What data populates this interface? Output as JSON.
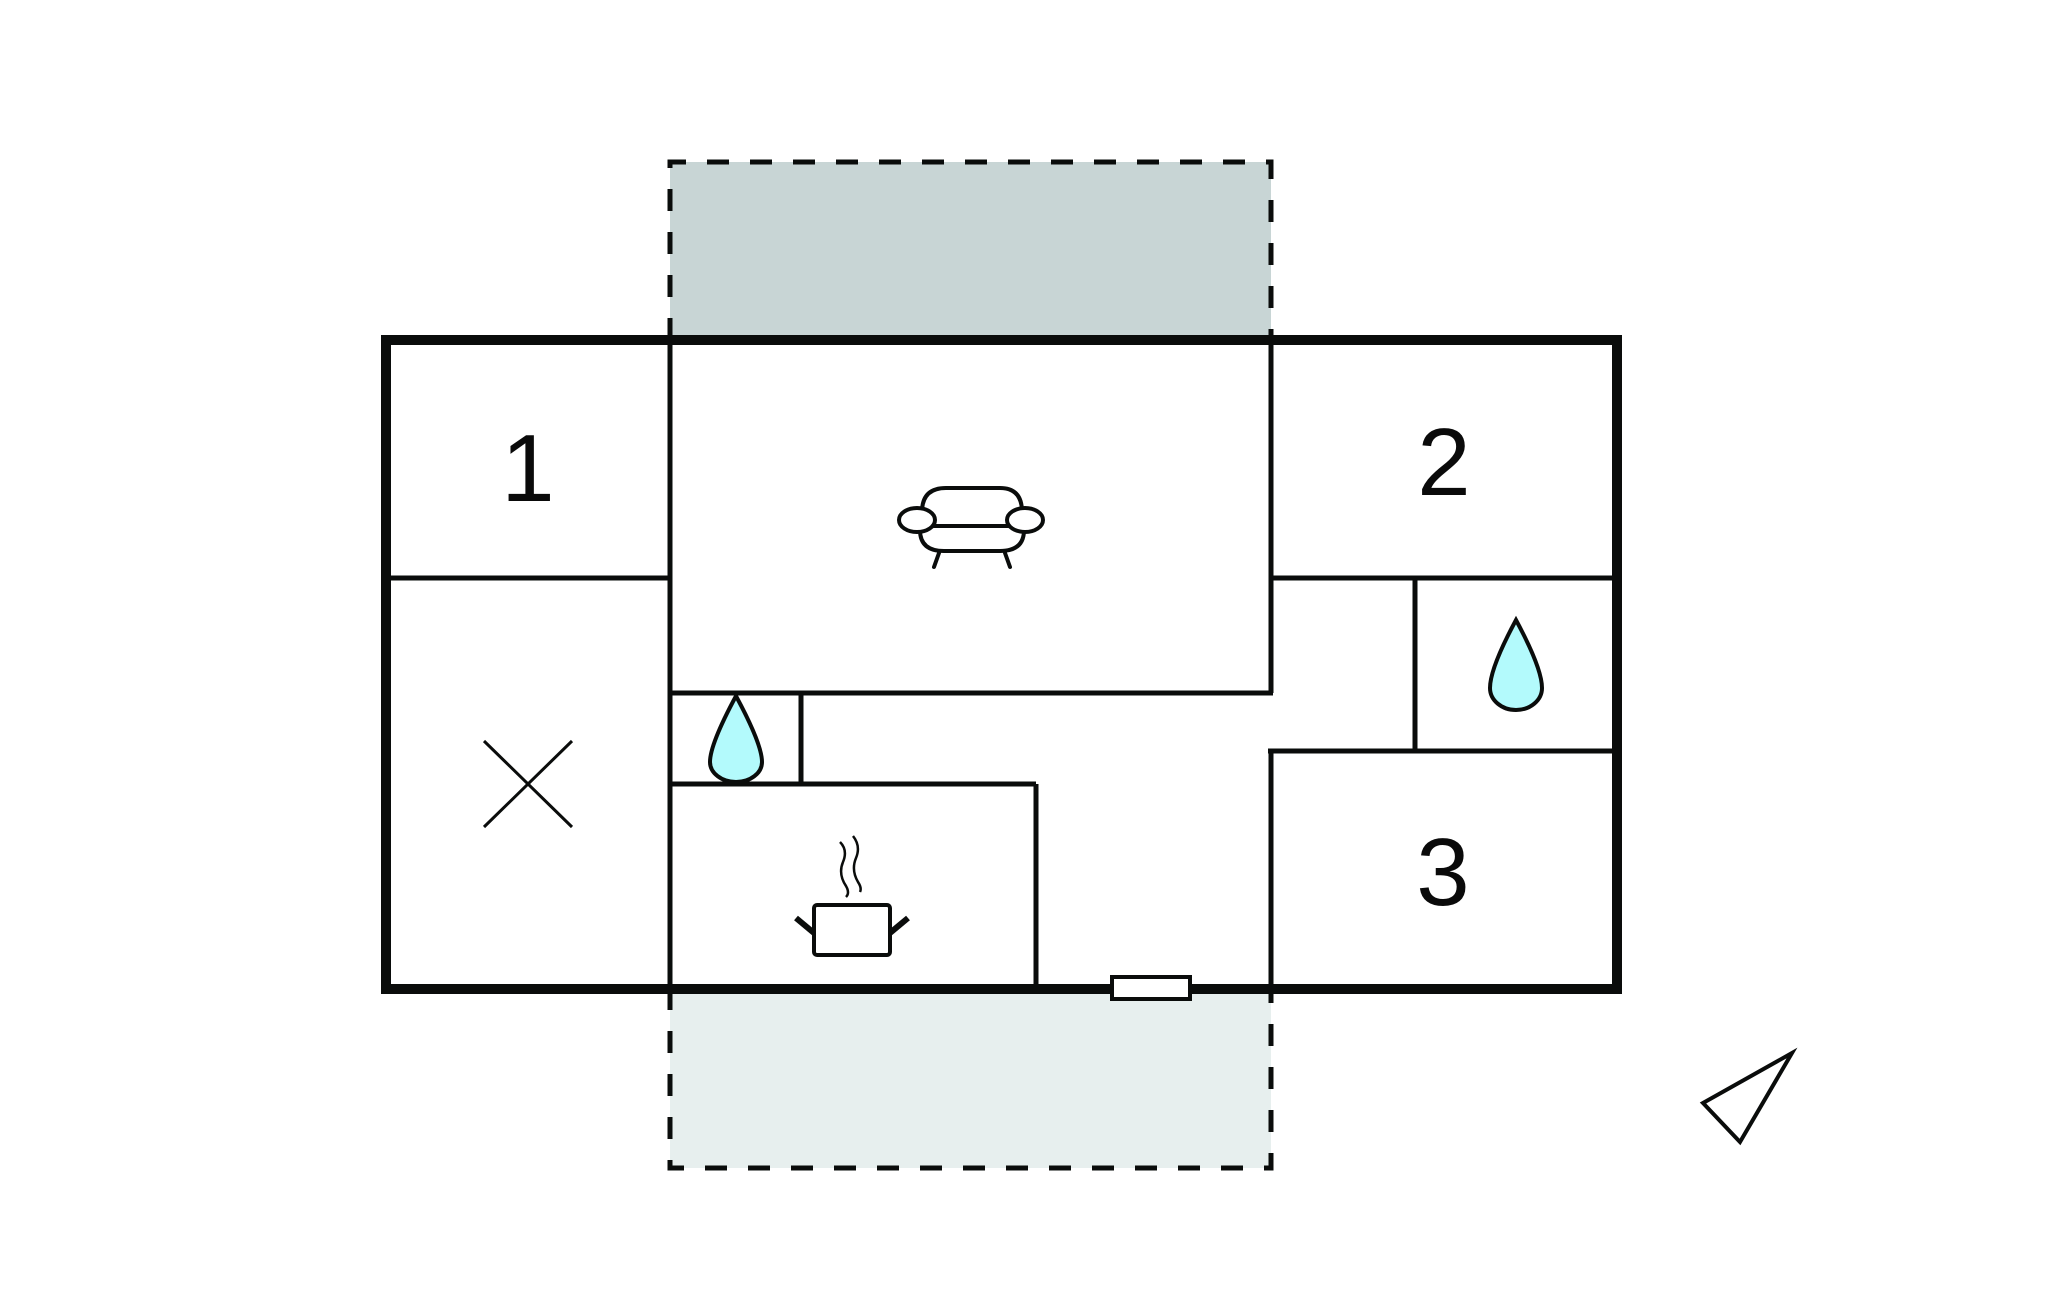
{
  "floorplan": {
    "colors": {
      "wall": "#0a0c0b",
      "terrace_top": "#c8d5d5",
      "terrace_bottom": "#e7efee",
      "water": "#b3fafc",
      "background": "#ffffff"
    },
    "rooms": [
      {
        "id": "bedroom-1",
        "label": "1"
      },
      {
        "id": "bedroom-2",
        "label": "2"
      },
      {
        "id": "bedroom-3",
        "label": "3"
      }
    ],
    "icons": {
      "living_room": "sofa-icon",
      "kitchen": "cooking-pot-icon",
      "bathroom_small": "water-drop-icon",
      "bathroom_right": "water-drop-icon",
      "storage": "cross-icon",
      "entrance": "door-icon",
      "north": "compass-arrow-icon"
    }
  }
}
